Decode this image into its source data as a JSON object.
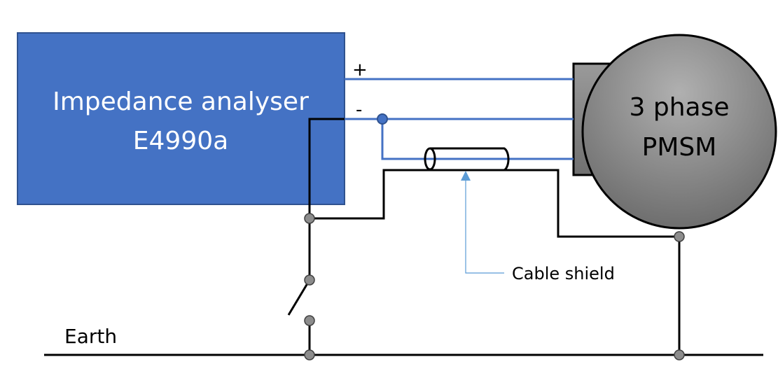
{
  "analyser": {
    "line1": "Impedance analyser",
    "line2": "E4990a",
    "color": "#4472C4"
  },
  "terminals": {
    "plus": "+",
    "minus": "-"
  },
  "motor": {
    "line1": "3 phase",
    "line2": "PMSM"
  },
  "annotation": {
    "cable_shield": "Cable shield",
    "color": "#5B9BD5"
  },
  "earth_label": "Earth",
  "colors": {
    "wire_signal": "#4472C4",
    "wire_ground": "#000000",
    "node": "#8c8c8c"
  }
}
